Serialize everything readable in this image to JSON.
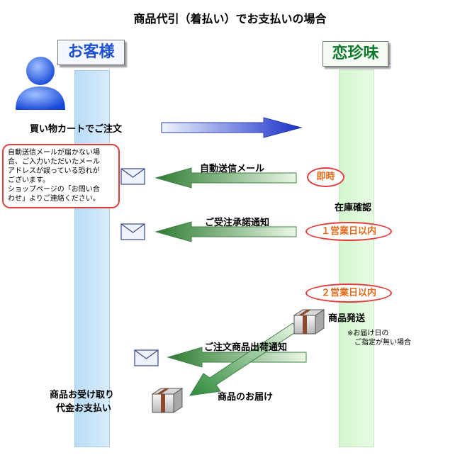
{
  "title": "商品代引（着払い）でお支払いの場合",
  "actors": {
    "customer": "お客様",
    "shop": "恋珍味"
  },
  "steps": {
    "cart_order": "買い物カートでご注文",
    "auto_mail": "自動送信メール",
    "order_notice": "ご受注承諾通知",
    "stock_check": "在庫確認",
    "ship": "商品発送",
    "ship_mail": "ご注文商品出荷通知",
    "delivery": "商品のお届け",
    "receive_line1": "商品お受け取り",
    "receive_line2": "代金お支払い"
  },
  "badges": {
    "immediate": "即時",
    "one_day": "１営業日以内",
    "two_day": "２営業日以内"
  },
  "note": {
    "lines": [
      "自動送信メールが届かない場",
      "合、ご入力いただいたメール",
      "アドレスが誤っている恐れが",
      "ございます。",
      "ショップページの「お問い合",
      "わせ」よりご連絡ください。"
    ]
  },
  "footnote": {
    "line1": "※お届け日の",
    "line2": "ご指定が無い場合"
  },
  "colors": {
    "customer": "#1c4fd1",
    "shop": "#0f7a2e",
    "alert": "#e23b3b",
    "badge_text": "#e26a1a"
  }
}
